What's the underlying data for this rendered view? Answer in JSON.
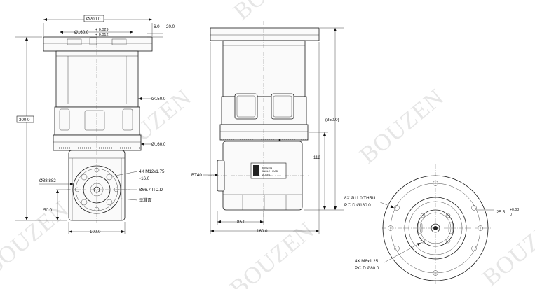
{
  "watermark": {
    "text": "BOUZEN"
  },
  "front_view": {
    "top_width": "Ø200.0",
    "bore_dim": "Ø160.0",
    "bore_tol_upper": "+ 0.029",
    "bore_tol_lower": "+ 0.012",
    "flange_thk": "6.0",
    "flange_step": "20.0",
    "height": "300.0",
    "dia_150": "Ø150.0",
    "dia_160": "Ø160.0",
    "dia_88": "Ø88.882",
    "thread_spec": "4X M12x1.75",
    "thread_depth": "▿16.0",
    "pcd_66": "Ø66.7 P.C.D",
    "ref_face": "基准面",
    "height_50": "50.0",
    "width_100": "100.0"
  },
  "side_view": {
    "height_350": "(350.0)",
    "height_112": "112",
    "bt40_label": "BT40",
    "width_85": "85.0",
    "width_160": "160.0",
    "plate_lines": [
      "BOUZEN",
      "ANGLE HEAD",
      "MODEL"
    ]
  },
  "bottom_view": {
    "holes_spec": "8X Ø11.0 THRU",
    "holes_pcd": "P.C.D Ø180.0",
    "dim_25": "25.5",
    "dim_25_tol_upper": "+0.03",
    "dim_25_tol_lower": "0",
    "m8_spec": "4X M8x1.25",
    "m8_pcd": "P.C.D Ø80.0"
  }
}
